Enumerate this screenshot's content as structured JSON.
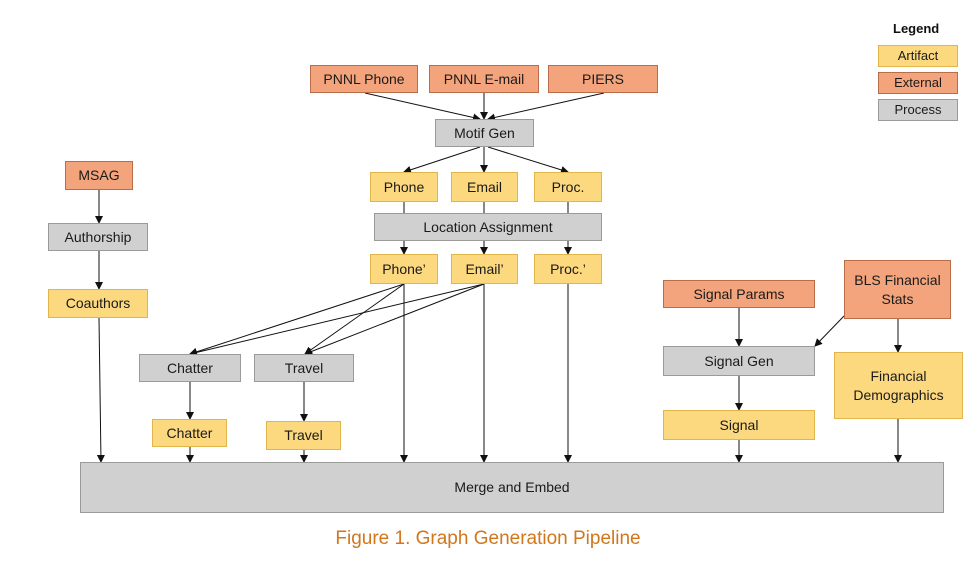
{
  "legend": {
    "title": "Legend",
    "items": [
      {
        "label": "Artifact",
        "kind": "artifact"
      },
      {
        "label": "External",
        "kind": "external"
      },
      {
        "label": "Process",
        "kind": "process"
      }
    ]
  },
  "nodes": {
    "pnnl_phone": {
      "label": "PNNL Phone",
      "kind": "external"
    },
    "pnnl_email": {
      "label": "PNNL E-mail",
      "kind": "external"
    },
    "piers": {
      "label": "PIERS",
      "kind": "external"
    },
    "motif_gen": {
      "label": "Motif Gen",
      "kind": "process"
    },
    "phone": {
      "label": "Phone",
      "kind": "artifact"
    },
    "email": {
      "label": "Email",
      "kind": "artifact"
    },
    "proc": {
      "label": "Proc.",
      "kind": "artifact"
    },
    "location_assignment": {
      "label": "Location Assignment",
      "kind": "process"
    },
    "phone_prime": {
      "label": "Phone’",
      "kind": "artifact"
    },
    "email_prime": {
      "label": "Email’",
      "kind": "artifact"
    },
    "proc_prime": {
      "label": "Proc.’",
      "kind": "artifact"
    },
    "msag": {
      "label": "MSAG",
      "kind": "external"
    },
    "authorship": {
      "label": "Authorship",
      "kind": "process"
    },
    "coauthors": {
      "label": "Coauthors",
      "kind": "artifact"
    },
    "chatter_proc": {
      "label": "Chatter",
      "kind": "process"
    },
    "travel_proc": {
      "label": "Travel",
      "kind": "process"
    },
    "chatter_art": {
      "label": "Chatter",
      "kind": "artifact"
    },
    "travel_art": {
      "label": "Travel",
      "kind": "artifact"
    },
    "signal_params": {
      "label": "Signal Params",
      "kind": "external"
    },
    "bls_stats": {
      "label": "BLS Financial Stats",
      "kind": "external"
    },
    "signal_gen": {
      "label": "Signal Gen",
      "kind": "process"
    },
    "financial_demographics": {
      "label": "Financial Demographics",
      "kind": "artifact"
    },
    "signal": {
      "label": "Signal",
      "kind": "artifact"
    },
    "merge_embed": {
      "label": "Merge and Embed",
      "kind": "process"
    }
  },
  "edges": [
    [
      "pnnl_phone",
      "motif_gen"
    ],
    [
      "pnnl_email",
      "motif_gen"
    ],
    [
      "piers",
      "motif_gen"
    ],
    [
      "motif_gen",
      "phone"
    ],
    [
      "motif_gen",
      "email"
    ],
    [
      "motif_gen",
      "proc"
    ],
    [
      "location_assignment",
      "phone_prime"
    ],
    [
      "location_assignment",
      "email_prime"
    ],
    [
      "location_assignment",
      "proc_prime"
    ],
    [
      "msag",
      "authorship"
    ],
    [
      "authorship",
      "coauthors"
    ],
    [
      "phone_prime",
      "chatter_proc"
    ],
    [
      "email_prime",
      "chatter_proc"
    ],
    [
      "phone_prime",
      "travel_proc"
    ],
    [
      "email_prime",
      "travel_proc"
    ],
    [
      "chatter_proc",
      "chatter_art"
    ],
    [
      "travel_proc",
      "travel_art"
    ],
    [
      "signal_params",
      "signal_gen"
    ],
    [
      "bls_stats",
      "signal_gen"
    ],
    [
      "bls_stats",
      "financial_demographics"
    ],
    [
      "signal_gen",
      "signal"
    ],
    [
      "coauthors",
      "merge_embed"
    ],
    [
      "chatter_art",
      "merge_embed"
    ],
    [
      "travel_art",
      "merge_embed"
    ],
    [
      "phone_prime",
      "merge_embed"
    ],
    [
      "email_prime",
      "merge_embed"
    ],
    [
      "proc_prime",
      "merge_embed"
    ],
    [
      "signal",
      "merge_embed"
    ],
    [
      "financial_demographics",
      "merge_embed"
    ]
  ],
  "caption": "Figure 1. Graph Generation Pipeline"
}
